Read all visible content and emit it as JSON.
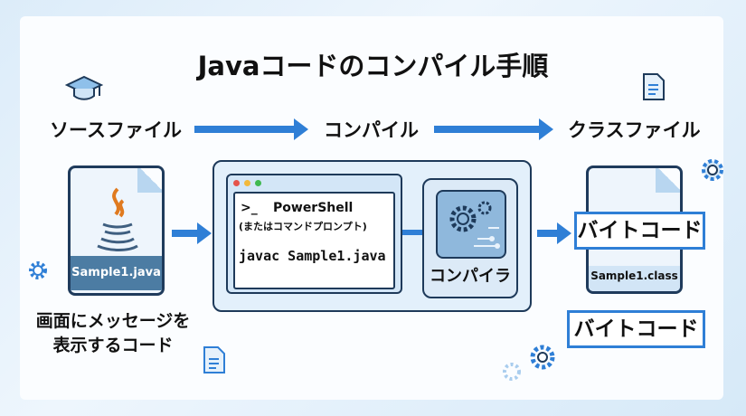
{
  "title": "Javaコードのコンパイル手順",
  "steps": {
    "source": "ソースファイル",
    "compile": "コンパイル",
    "class": "クラスファイル"
  },
  "source_file": {
    "name": "Sample1.java",
    "caption_line1": "画面にメッセージを",
    "caption_line2": "表示するコード"
  },
  "terminal": {
    "prompt": ">_",
    "app": "PowerShell",
    "alt": "(またはコマンドプロンプト)",
    "command": "javac Sample1.java"
  },
  "compiler": {
    "label": "コンパイラ"
  },
  "class_file": {
    "name": "Sample1.class",
    "label": "バイトコード"
  },
  "bytecode_label": "バイトコード",
  "colors": {
    "accent": "#2f7fd6",
    "dark": "#1e3a5a",
    "java_orange": "#e07a1f"
  }
}
